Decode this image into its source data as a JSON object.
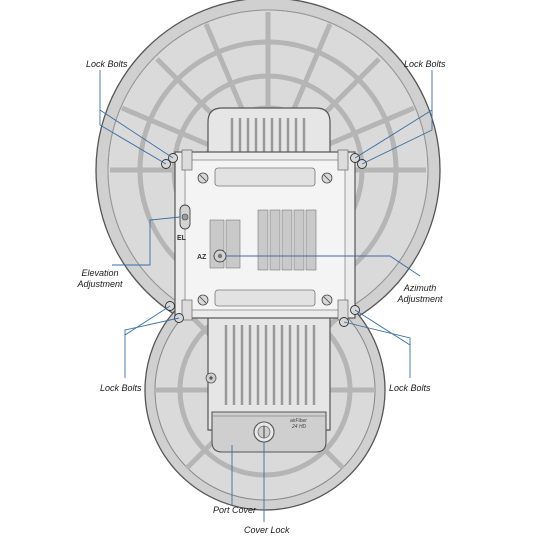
{
  "callouts": {
    "lock_bolts_top_left": "Lock Bolts",
    "lock_bolts_top_right": "Lock Bolts",
    "elevation_adjustment_line1": "Elevation",
    "elevation_adjustment_line2": "Adjustment",
    "azimuth_adjustment_line1": "Azimuth",
    "azimuth_adjustment_line2": "Adjustment",
    "lock_bolts_bottom_left": "Lock Bolts",
    "lock_bolts_bottom_right": "Lock Bolts",
    "port_cover": "Port Cover",
    "cover_lock": "Cover Lock"
  },
  "device_markings": {
    "el": "EL",
    "az": "AZ",
    "brand": "airFiber",
    "model": "24 HD"
  },
  "colors": {
    "callout_line": "#3a6ea5",
    "dish_fill": "#d4d4d4",
    "dish_rib": "#b8b8b8",
    "bracket_fill": "#ececec",
    "outline": "#555555"
  }
}
